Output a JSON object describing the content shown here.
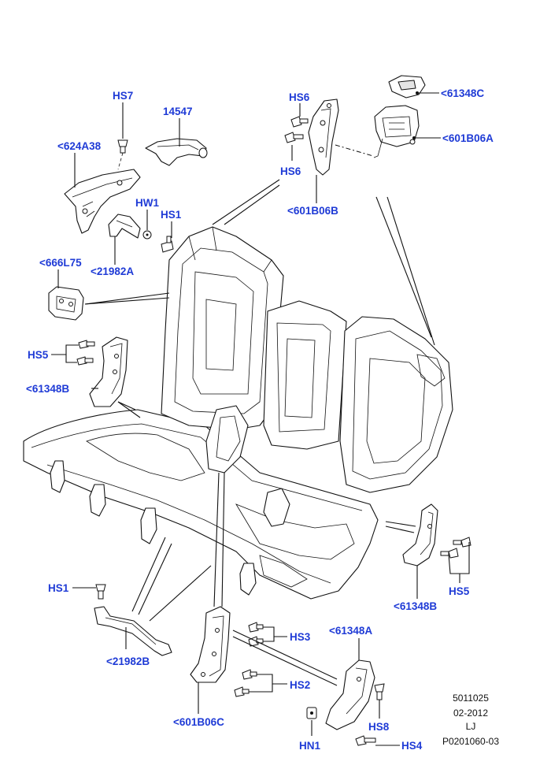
{
  "labels": {
    "hs7": "HS7",
    "p14547": "14547",
    "p624a38": "<624A38",
    "hw1": "HW1",
    "hs1_top": "HS1",
    "p21982a": "<21982A",
    "p666l75": "<666L75",
    "hs5_left": "HS5",
    "p61348b_left": "<61348B",
    "hs6_top": "HS6",
    "hs6_bottom": "HS6",
    "p601b06b": "<601B06B",
    "p61348c": "<61348C",
    "p601b06a": "<601B06A",
    "hs1_bottom": "HS1",
    "p21982b": "<21982B",
    "hs3": "HS3",
    "hs2": "HS2",
    "p601b06c": "<601B06C",
    "p61348a": "<61348A",
    "hs8": "HS8",
    "hn1": "HN1",
    "hs4": "HS4",
    "p61348b_right": "<61348B",
    "hs5_right": "HS5"
  },
  "meta": {
    "code": "5011025",
    "date": "02-2012",
    "initials": "LJ",
    "reference": "P0201060-03"
  },
  "colors": {
    "label": "#1f3bd6",
    "line": "#111111",
    "fill": "#e4e4e4"
  }
}
